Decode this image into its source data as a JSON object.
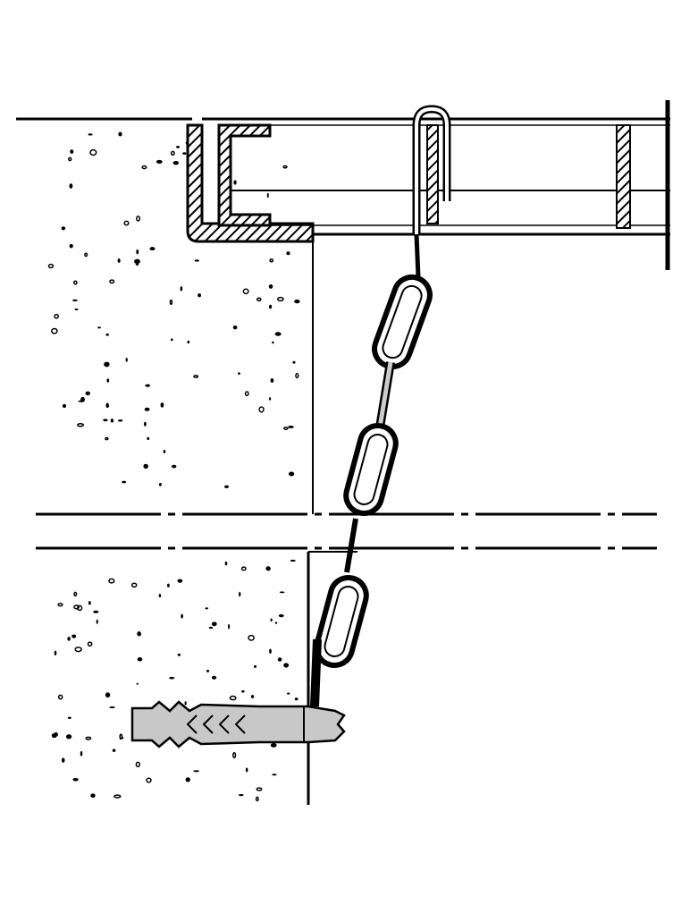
{
  "drawing": {
    "colors": {
      "ink": "#000000",
      "paper": "#ffffff",
      "anchor_fill": "#c8c8c8"
    },
    "parts": [
      "concrete-ceiling",
      "c-channel-profile",
      "rail",
      "s-hook",
      "chain",
      "concrete-wall",
      "wall-plug-anchor"
    ]
  }
}
